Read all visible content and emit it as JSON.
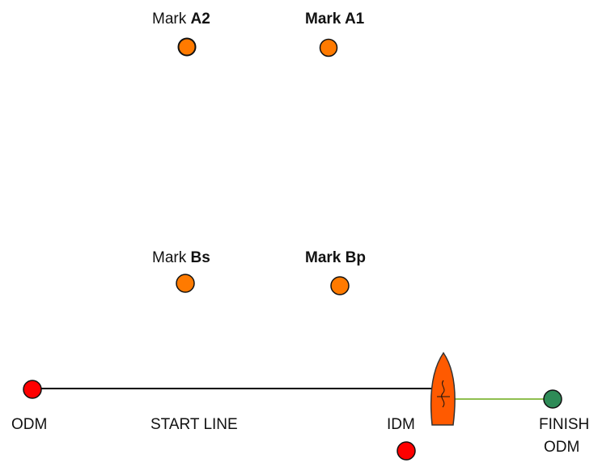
{
  "marks": {
    "a2": {
      "prefix": "Mark",
      "name": "A2"
    },
    "a1": {
      "prefix": "Mark",
      "name": "A1"
    },
    "bs": {
      "prefix": "Mark",
      "name": "Bs"
    },
    "bp": {
      "prefix": "Mark",
      "name": "Bp"
    }
  },
  "labels": {
    "odm": "ODM",
    "start_line": "START LINE",
    "idm": "IDM",
    "finish_line1": "FINISH",
    "finish_line2": "ODM"
  },
  "colors": {
    "mark_fill": "#ff7a00",
    "odm_fill": "#ff0000",
    "idm_fill": "#ff0000",
    "finish_fill": "#2e8b57",
    "boat_fill": "#ff5a00",
    "start_line": "#000000",
    "finish_line": "#8fbf4f"
  }
}
